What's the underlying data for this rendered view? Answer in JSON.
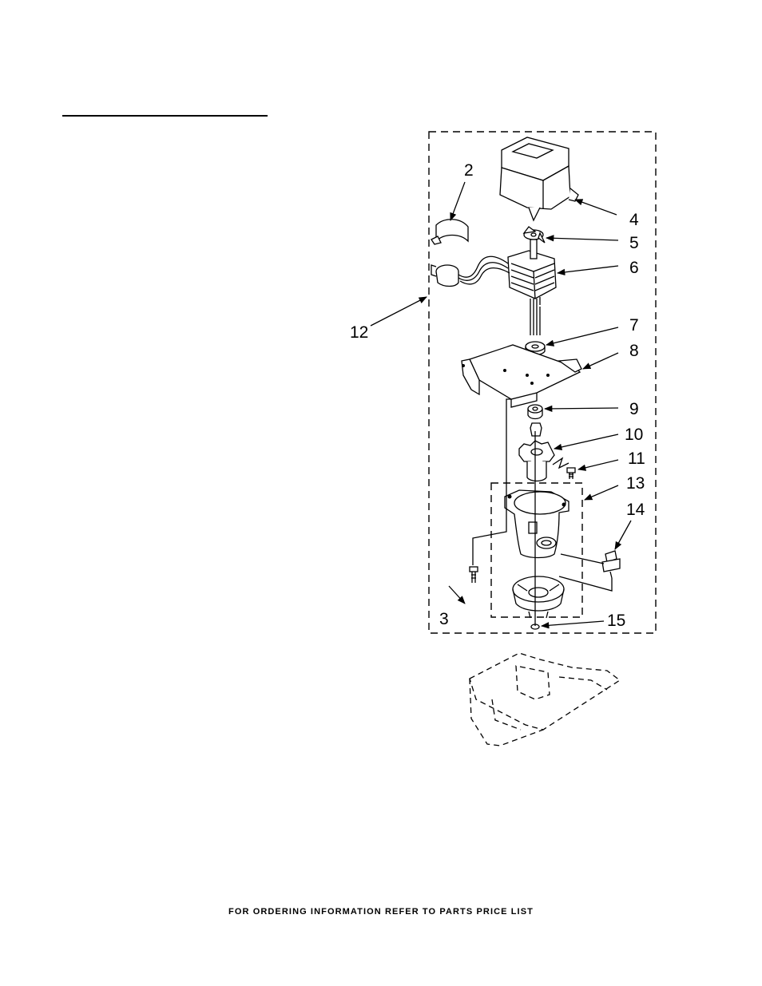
{
  "callouts": {
    "c2": "2",
    "c3": "3",
    "c4": "4",
    "c5": "5",
    "c6": "6",
    "c7": "7",
    "c8": "8",
    "c9": "9",
    "c10": "10",
    "c11": "11",
    "c12": "12",
    "c13": "13",
    "c14": "14",
    "c15": "15"
  },
  "footer": "FOR ORDERING INFORMATION REFER TO PARTS PRICE LIST"
}
